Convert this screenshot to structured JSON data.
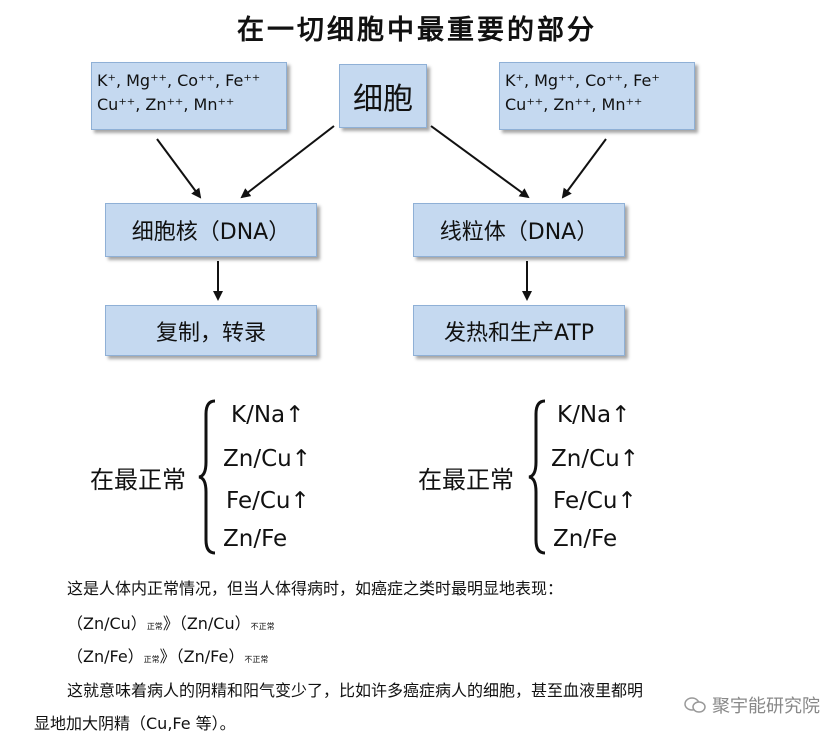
{
  "title": "在一切细胞中最重要的部分",
  "boxes": {
    "left_ions": [
      "K⁺, Mg⁺⁺, Co⁺⁺, Fe⁺⁺",
      "Cu⁺⁺,  Zn⁺⁺, Mn⁺⁺"
    ],
    "cell": "细胞",
    "right_ions": [
      "K⁺, Mg⁺⁺, Co⁺⁺, Fe⁺",
      "Cu⁺⁺,  Zn⁺⁺, Mn⁺⁺"
    ],
    "nucleus": "细胞核（DNA）",
    "mitochondria": "线粒体（DNA）",
    "replication": "复制，转录",
    "atp": "发热和生产ATP"
  },
  "left_group": {
    "label": "在最正常",
    "items": [
      "K/Na↑",
      "Zn/Cu↑",
      "Fe/Cu↑",
      "Zn/Fe"
    ]
  },
  "right_group": {
    "label": "在最正常",
    "items": [
      "K/Na↑",
      "Zn/Cu↑",
      "Fe/Cu↑",
      "Zn/Fe"
    ]
  },
  "text": {
    "line1": "这是人体内正常情况，但当人体得病时，如癌症之类时最明显地表现：",
    "f1_a": "（Zn/Cu）",
    "f1_sub1": "正常",
    "f1_b": "》（Zn/Cu）",
    "f1_sub2": "不正常",
    "f2_a": "（Zn/Fe）",
    "f2_sub1": "正常",
    "f2_b": "》（Zn/Fe）",
    "f2_sub2": "不正常",
    "line4": "这就意味着病人的阴精和阳气变少了，比如许多癌症病人的细胞，甚至血液里都明",
    "line5": "显地加大阴精（Cu,Fe 等）。"
  },
  "watermark": "聚宇能研究院"
}
